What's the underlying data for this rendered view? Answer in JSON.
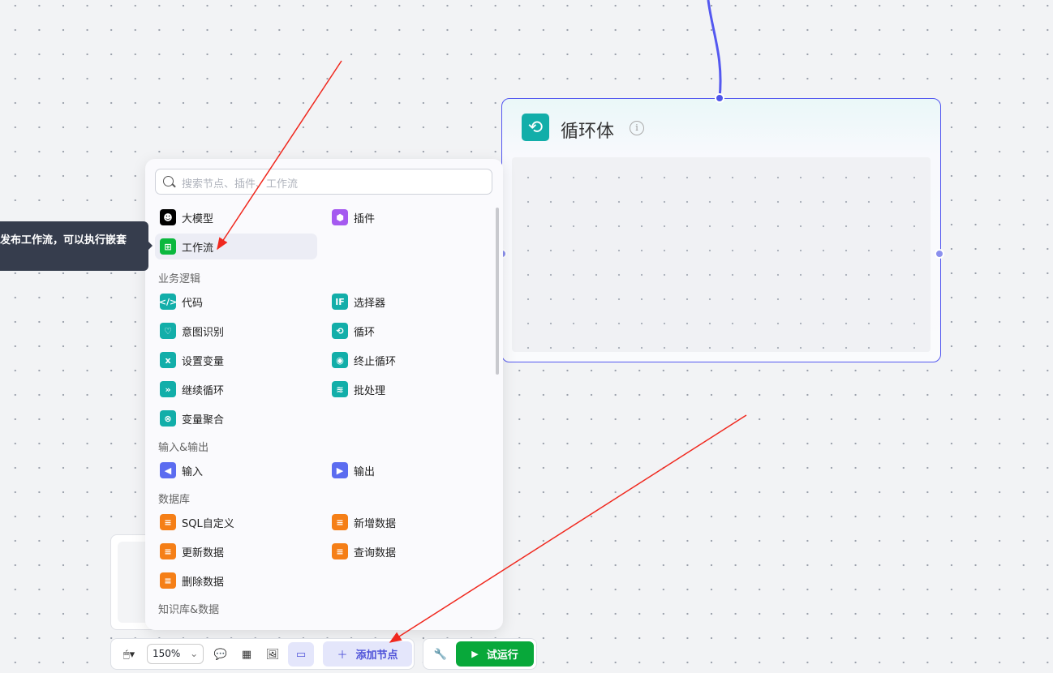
{
  "loop_node": {
    "title": "循环体",
    "icon": "loop-icon",
    "info_icon": "i"
  },
  "tooltip": {
    "text": "发布工作流，可以执行嵌套"
  },
  "menu": {
    "search_placeholder": "搜索节点、插件、工作流",
    "top_items": [
      {
        "label": "大模型",
        "icon": "llm-icon",
        "color": "#000000"
      },
      {
        "label": "插件",
        "icon": "plugin-icon",
        "color": "#a55af0"
      },
      {
        "label": "工作流",
        "icon": "workflow-icon",
        "color": "#0bb83e",
        "selected": true
      }
    ],
    "sections": [
      {
        "title": "业务逻辑",
        "items": [
          {
            "label": "代码",
            "glyph": "</>"
          },
          {
            "label": "选择器",
            "glyph": "IF"
          },
          {
            "label": "意图识别",
            "glyph": "♡"
          },
          {
            "label": "循环",
            "glyph": "⟲"
          },
          {
            "label": "设置变量",
            "glyph": "x"
          },
          {
            "label": "终止循环",
            "glyph": "◉"
          },
          {
            "label": "继续循环",
            "glyph": "»"
          },
          {
            "label": "批处理",
            "glyph": "≋"
          },
          {
            "label": "变量聚合",
            "glyph": "⊗"
          }
        ]
      },
      {
        "title": "输入&输出",
        "items": [
          {
            "label": "输入",
            "glyph": "◀"
          },
          {
            "label": "输出",
            "glyph": "▶"
          }
        ]
      },
      {
        "title": "数据库",
        "items": [
          {
            "label": "SQL自定义",
            "glyph": "≡"
          },
          {
            "label": "新增数据",
            "glyph": "≡"
          },
          {
            "label": "更新数据",
            "glyph": "≡"
          },
          {
            "label": "查询数据",
            "glyph": "≡"
          },
          {
            "label": "删除数据",
            "glyph": "≡"
          }
        ]
      },
      {
        "title": "知识库&数据",
        "items": []
      }
    ]
  },
  "toolbar": {
    "zoom": "150%",
    "add_node": "添加节点",
    "run": "试运行"
  },
  "colors": {
    "accent": "#4e55e8",
    "teal": "#12aea9",
    "orange": "#f57f17",
    "green": "#08a83a",
    "blue": "#5b6cf0"
  }
}
